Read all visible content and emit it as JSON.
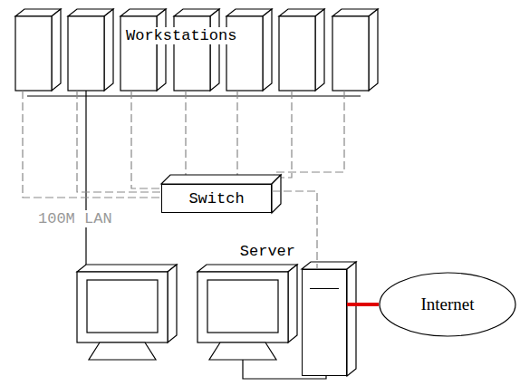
{
  "diagram": {
    "nodes": [
      {
        "text": [
          "Switch"
        ]
      },
      {
        "text": [
          "Server"
        ]
      },
      {
        "text": [
          "Internet"
        ]
      }
    ],
    "edges": [
      {
        "from": 0,
        "to": 1,
        "arrow": "none"
      },
      {
        "from": 1,
        "to": 2,
        "arrow": "none"
      }
    ],
    "labels": [
      "Workstations",
      "100M LAN"
    ]
  }
}
